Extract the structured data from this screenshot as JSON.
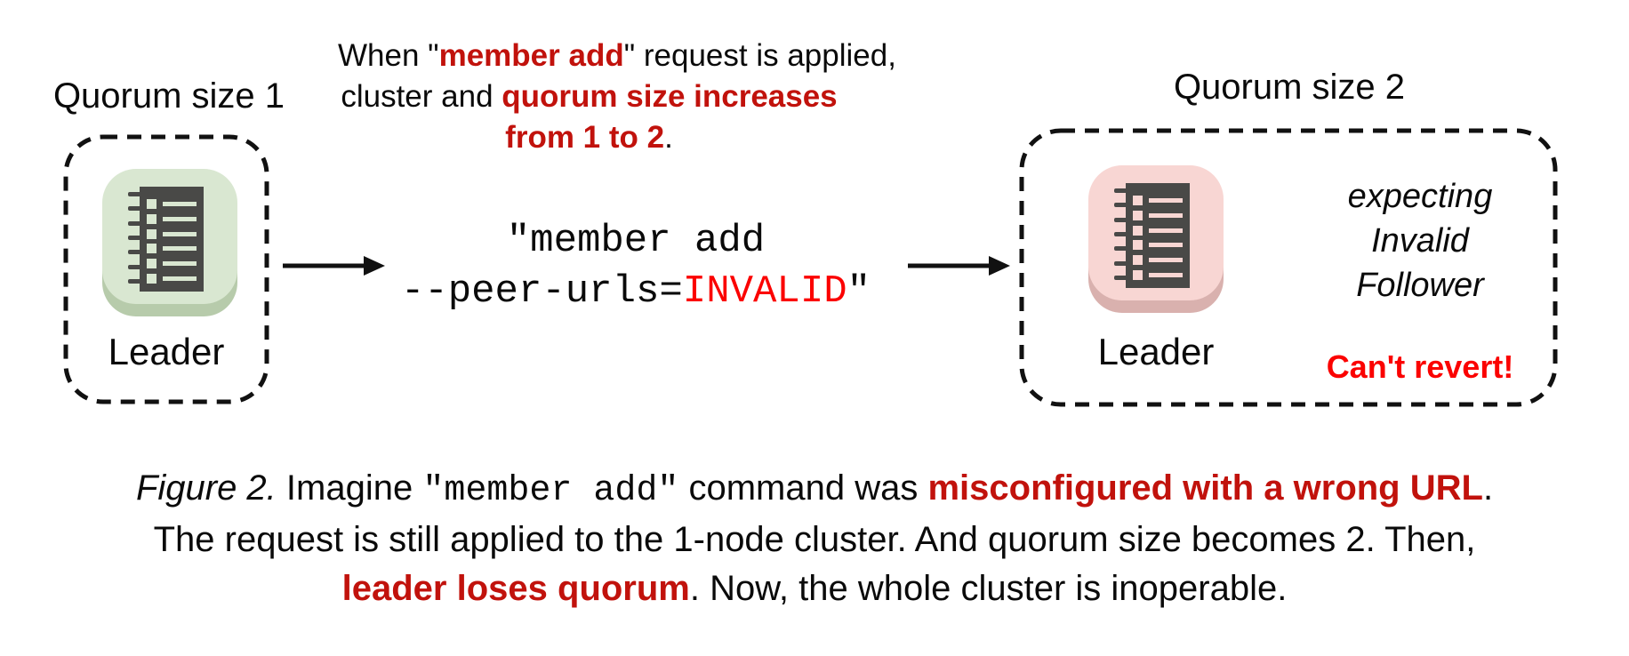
{
  "colors": {
    "accent_dark_red": "#c1120c",
    "accent_bright_red": "#fb0200",
    "icon_green_bg": "#d9e7d1",
    "icon_green_lip": "#b7cbab",
    "icon_pink_bg": "#f8d6d3",
    "icon_pink_lip": "#d9b1ae",
    "icon_dark": "#494947",
    "text_black": "#0a0a0a",
    "border_black": "#111111",
    "bg": "#ffffff"
  },
  "left_cluster": {
    "title": "Quorum size 1",
    "node_label": "Leader",
    "icon": "log-ledger-node-icon-green"
  },
  "right_cluster": {
    "title": "Quorum size 2",
    "node_label": "Leader",
    "icon": "log-ledger-node-icon-pink",
    "expectation_lines": [
      "expecting",
      "Invalid",
      "Follower"
    ],
    "warning": "Can't revert!"
  },
  "transition": {
    "note_lines": [
      [
        {
          "t": "When \"",
          "c": "plain"
        },
        {
          "t": "member add",
          "c": "redbold"
        },
        {
          "t": "\" request is applied,",
          "c": "plain"
        }
      ],
      [
        {
          "t": "cluster and ",
          "c": "plain"
        },
        {
          "t": "quorum size increases",
          "c": "redbold"
        }
      ],
      [
        {
          "t": "from 1 to 2",
          "c": "redbold"
        },
        {
          "t": ".",
          "c": "plain"
        }
      ]
    ],
    "command_lines": [
      [
        {
          "t": "\"member add",
          "c": "plain"
        }
      ],
      [
        {
          "t": "--peer-urls=",
          "c": "plain"
        },
        {
          "t": "INVALID",
          "c": "brightred"
        },
        {
          "t": "\"",
          "c": "plain"
        }
      ]
    ]
  },
  "caption": {
    "lines": [
      [
        {
          "t": "Figure 2.",
          "c": "italic"
        },
        {
          "t": " Imagine ",
          "c": "plain"
        },
        {
          "t": "\"member add\"",
          "c": "mono"
        },
        {
          "t": " command was ",
          "c": "plain"
        },
        {
          "t": "misconfigured with a wrong URL",
          "c": "redbold"
        },
        {
          "t": ".",
          "c": "plain"
        }
      ],
      [
        {
          "t": "The request is still applied to the 1-node cluster. And quorum size becomes 2. Then,",
          "c": "plain"
        }
      ],
      [
        {
          "t": "leader loses quorum",
          "c": "redbold"
        },
        {
          "t": ". Now, the whole cluster is inoperable.",
          "c": "plain"
        }
      ]
    ]
  }
}
